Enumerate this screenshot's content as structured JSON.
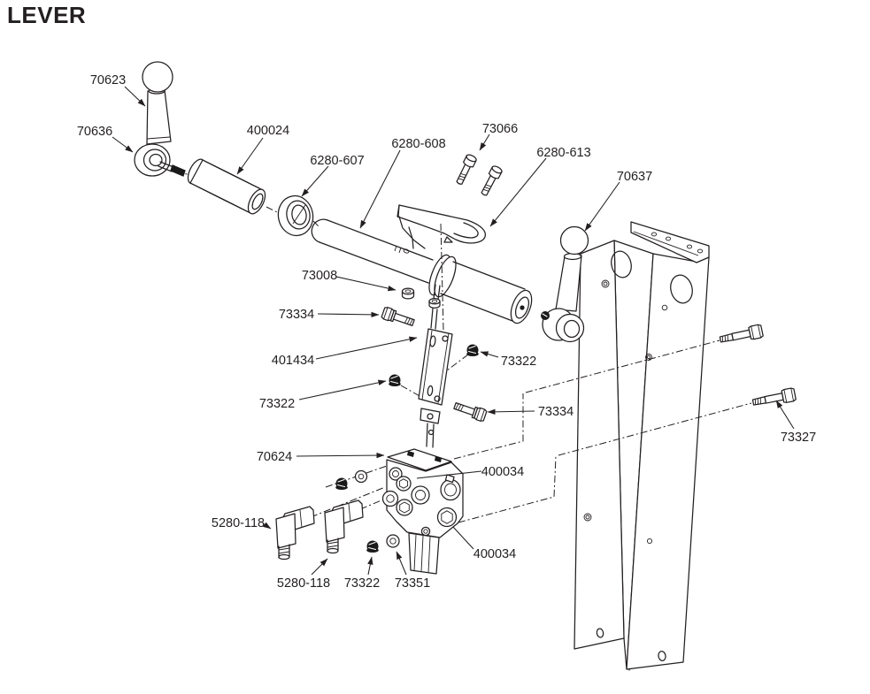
{
  "page": {
    "title": "LEVER"
  },
  "diagram": {
    "callouts": [
      {
        "label": "70623"
      },
      {
        "label": "70636"
      },
      {
        "label": "400024"
      },
      {
        "label": "6280-607"
      },
      {
        "label": "6280-608"
      },
      {
        "label": "73066"
      },
      {
        "label": "6280-613"
      },
      {
        "label": "70637"
      },
      {
        "label": "73008"
      },
      {
        "label": "73334"
      },
      {
        "label": "401434"
      },
      {
        "label": "73322"
      },
      {
        "label": "73322"
      },
      {
        "label": "73334"
      },
      {
        "label": "73327"
      },
      {
        "label": "70624"
      },
      {
        "label": "400034"
      },
      {
        "label": "400034"
      },
      {
        "label": "5280-118"
      },
      {
        "label": "5280-118"
      },
      {
        "label": "73322"
      },
      {
        "label": "73351"
      }
    ]
  }
}
